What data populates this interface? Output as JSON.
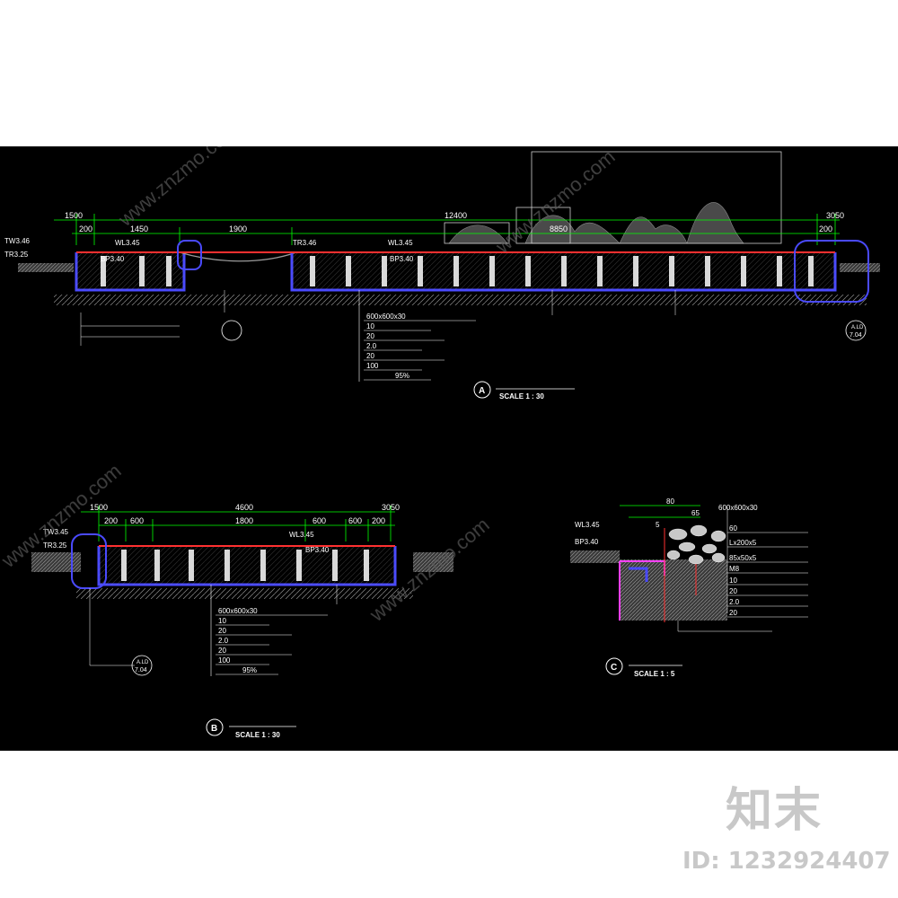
{
  "section_a": {
    "dims_top": [
      "1500",
      "12400",
      "3050"
    ],
    "dims_mid": [
      "200",
      "1450",
      "1900",
      "8850",
      "200"
    ],
    "levels": [
      "TW3.46",
      "TR3.25",
      "WL3.45",
      "BP3.40",
      "TR3.46",
      "WL3.45",
      "BP3.40"
    ],
    "notes": [
      "600x600x30",
      "10",
      "20",
      "2.0",
      "20",
      "100",
      "95%"
    ],
    "detail_ref": "A.LD",
    "detail_sheet": "7.04",
    "label": "A",
    "scale": "SCALE 1 : 30"
  },
  "section_b": {
    "dims_top": [
      "1500",
      "4600",
      "3050"
    ],
    "dims_mid": [
      "200",
      "600",
      "1800",
      "600",
      "600",
      "200"
    ],
    "levels": [
      "TW3.45",
      "TR3.25",
      "WL3.45",
      "BP3.40"
    ],
    "notes": [
      "600x600x30",
      "10",
      "20",
      "2.0",
      "20",
      "100",
      "95%"
    ],
    "detail_ref": "A.LD",
    "detail_sheet": "7.04",
    "label": "B",
    "scale": "SCALE 1 : 30"
  },
  "section_c": {
    "dims": [
      "80",
      "65",
      "5"
    ],
    "levels": [
      "WL3.45",
      "BP3.40"
    ],
    "notes": [
      "600x600x30",
      "60",
      "Lx200x5",
      "85x50x5",
      "M8",
      "10",
      "20",
      "2.0",
      "20"
    ],
    "label": "C",
    "scale": "SCALE 1 : 5"
  },
  "watermark": {
    "url": "www.znzmo.com",
    "brand": "知末",
    "image_id": "ID: 1232924407"
  },
  "colors": {
    "background": "#000000",
    "dimension": "#00ff00",
    "pool_outline": "#4a4aff",
    "water_line": "#ff3030",
    "hatch": "#8c8c8c",
    "text": "#ffffff",
    "column": "#d9d9d9"
  }
}
